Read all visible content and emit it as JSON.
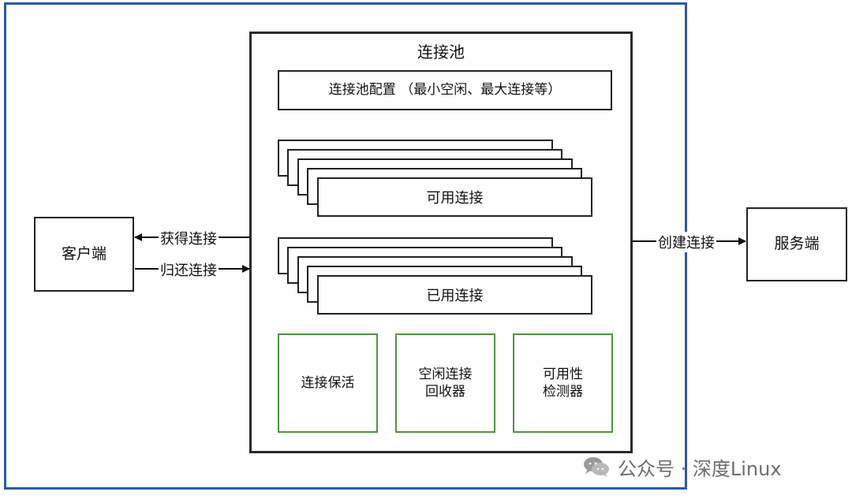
{
  "diagram": {
    "client": "客户端",
    "server": "服务端",
    "pool_title": "连接池",
    "config": "连接池配置 （最小空闲、最大连接等）",
    "available": "可用连接",
    "used": "已用连接",
    "keepalive": "连接保活",
    "idle_recycler_line1": "空闲连接",
    "idle_recycler_line2": "回收器",
    "availability_detector_line1": "可用性",
    "availability_detector_line2": "检测器",
    "get_label": "获得连接",
    "return_label": "归还连接",
    "create_label": "创建连接"
  },
  "watermark": {
    "text": "公众号 · 深度Linux"
  },
  "colors": {
    "outer_frame": "#2f58a5",
    "green_border": "#4f9343",
    "text": "#111111"
  }
}
